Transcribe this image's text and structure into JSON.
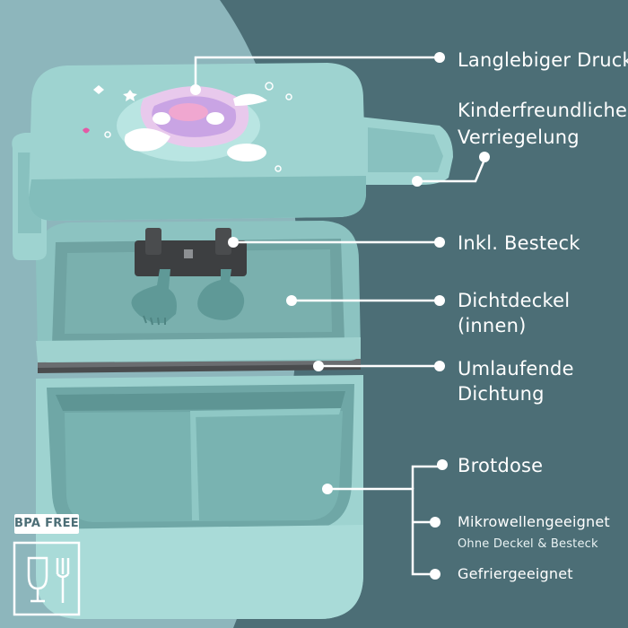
{
  "colors": {
    "background": "#4c6e76",
    "light_curve": "#8db6bc",
    "box_mint": "#9ed3d0",
    "box_shadow": "#7bb7b4",
    "accent_white": "#ffffff"
  },
  "features": {
    "print": "Langlebiger Druck",
    "lock_line1": "Kinderfreundliche",
    "lock_line2": "Verriegelung",
    "cutlery": "Inkl. Besteck",
    "lid_line1": "Dichtdeckel",
    "lid_line2": "(innen)",
    "seal_line1": "Umlaufende",
    "seal_line2": "Dichtung",
    "box": "Brotdose",
    "microwave": "Mikrowellengeeignet",
    "microwave_note": "Ohne Deckel & Besteck",
    "freezer": "Gefriergeeignet"
  },
  "badges": {
    "bpa": "BPA FREE",
    "food_safe_icon": "glass-fork-icon"
  }
}
